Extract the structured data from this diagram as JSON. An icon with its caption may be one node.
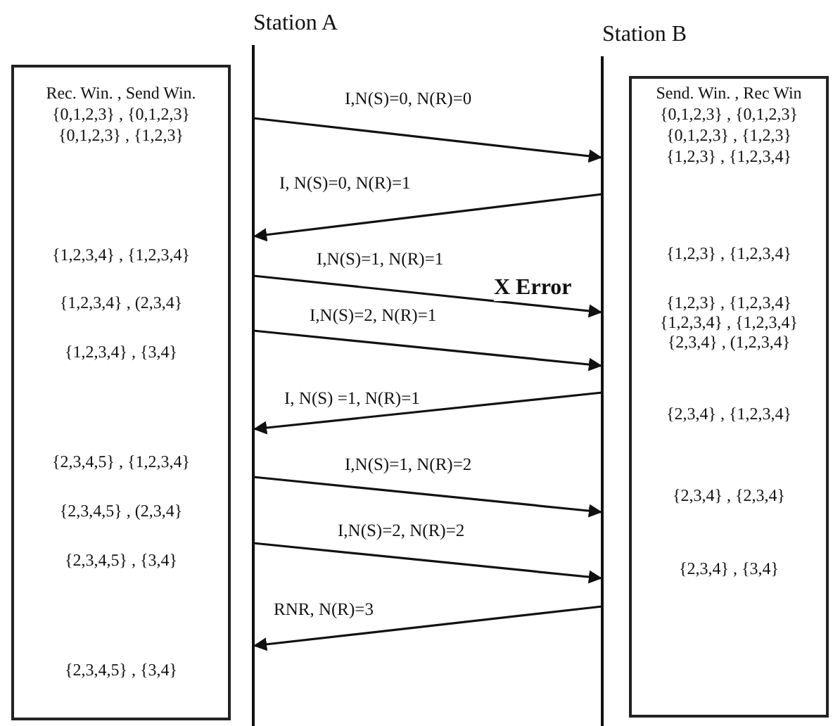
{
  "diagram": {
    "nodes": [
      {
        "text": [
          "Station A"
        ]
      },
      {
        "text": [
          "Station B"
        ]
      },
      {
        "text": [
          "Rec. Win. , Send Win.",
          "{0,1,2,3} , {0,1,2,3}",
          "{0,1,2,3} , {1,2,3}",
          "{1,2,3,4} , {1,2,3,4}",
          "{1,2,3,4} , (2,3,4}",
          "{1,2,3,4} , {3,4}",
          "{2,3,4,5} , {1,2,3,4}",
          "{2,3,4,5} , (2,3,4}",
          "{2,3,4,5} , {3,4}",
          "{2,3,4,5} , {3,4}"
        ]
      },
      {
        "text": [
          "Send. Win. , Rec Win",
          "{0,1,2,3} , {0,1,2,3}",
          "{0,1,2,3} , {1,2,3}",
          "{1,2,3} , {1,2,3,4}",
          "{1,2,3} , {1,2,3,4}",
          "{1,2,3} , {1,2,3,4}",
          "{1,2,3,4} , {1,2,3,4}",
          "{2,3,4} , (1,2,3,4}",
          "{2,3,4} , {1,2,3,4}",
          "{2,3,4} , {2,3,4}",
          "{2,3,4} , {3,4}"
        ]
      }
    ],
    "edges": [
      {
        "from": 0,
        "to": 1,
        "arrow": "to",
        "label": "I,N(S)=0, N(R)=0"
      },
      {
        "from": 1,
        "to": 0,
        "arrow": "to",
        "label": "I, N(S)=0, N(R)=1"
      },
      {
        "from": 0,
        "to": 1,
        "arrow": "to",
        "label": "I,N(S)=1, N(R)=1"
      },
      {
        "from": 0,
        "to": 1,
        "arrow": "to",
        "label": "I,N(S)=2, N(R)=1"
      },
      {
        "from": 1,
        "to": 0,
        "arrow": "to",
        "label": "I, N(S) =1, N(R)=1"
      },
      {
        "from": 0,
        "to": 1,
        "arrow": "to",
        "label": "I,N(S)=1, N(R)=2"
      },
      {
        "from": 0,
        "to": 1,
        "arrow": "to",
        "label": "I,N(S)=2, N(R)=2"
      },
      {
        "from": 1,
        "to": 0,
        "arrow": "to",
        "label": "RNR, N(R)=3"
      }
    ],
    "labels": [
      "X Error"
    ]
  }
}
